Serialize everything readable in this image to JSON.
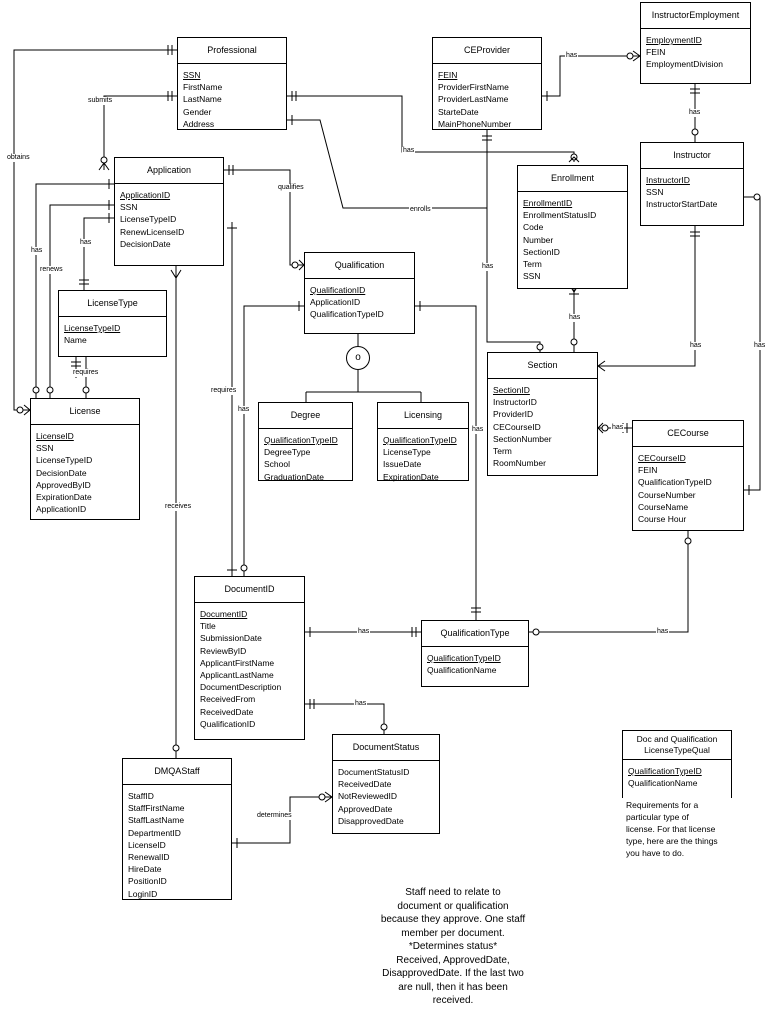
{
  "entities": {
    "professional": {
      "title": "Professional",
      "attributes": [
        {
          "name": "SSN",
          "pk": true
        },
        {
          "name": "FirstName"
        },
        {
          "name": "LastName"
        },
        {
          "name": "Gender"
        },
        {
          "name": "Address"
        }
      ]
    },
    "ceprovider": {
      "title": "CEProvider",
      "attributes": [
        {
          "name": "FEIN",
          "pk": true
        },
        {
          "name": "ProviderFirstName"
        },
        {
          "name": "ProviderLastName"
        },
        {
          "name": "StarteDate"
        },
        {
          "name": "MainPhoneNumber"
        }
      ]
    },
    "instructoremployment": {
      "title": "InstructorEmployment",
      "attributes": [
        {
          "name": "EmploymentID",
          "pk": true
        },
        {
          "name": "FEIN"
        },
        {
          "name": "EmploymentDivision"
        }
      ]
    },
    "application": {
      "title": "Application",
      "attributes": [
        {
          "name": "ApplicationID",
          "pk": true
        },
        {
          "name": "SSN"
        },
        {
          "name": "LicenseTypeID"
        },
        {
          "name": "RenewLicenseID"
        },
        {
          "name": "DecisionDate"
        }
      ]
    },
    "enrollment": {
      "title": "Enrollment",
      "attributes": [
        {
          "name": "EnrollmentID",
          "pk": true
        },
        {
          "name": "EnrollmentStatusID"
        },
        {
          "name": "Code"
        },
        {
          "name": "Number"
        },
        {
          "name": "SectionID"
        },
        {
          "name": "Term"
        },
        {
          "name": "SSN"
        }
      ]
    },
    "instructor": {
      "title": "Instructor",
      "attributes": [
        {
          "name": "InstructorID",
          "pk": true
        },
        {
          "name": "SSN"
        },
        {
          "name": "InstructorStartDate"
        }
      ]
    },
    "qualification": {
      "title": "Qualification",
      "attributes": [
        {
          "name": "QualificationID",
          "pk": true
        },
        {
          "name": "ApplicationID"
        },
        {
          "name": "QualificationTypeID"
        }
      ]
    },
    "licensetype": {
      "title": "LicenseType",
      "attributes": [
        {
          "name": "LicenseTypeID",
          "pk": true
        },
        {
          "name": "Name"
        }
      ]
    },
    "license": {
      "title": "License",
      "attributes": [
        {
          "name": "LicenseID",
          "pk": true
        },
        {
          "name": "SSN"
        },
        {
          "name": "LicenseTypeID"
        },
        {
          "name": "DecisionDate"
        },
        {
          "name": "ApprovedByID"
        },
        {
          "name": "ExpirationDate"
        },
        {
          "name": "ApplicationID"
        }
      ]
    },
    "degree": {
      "title": "Degree",
      "attributes": [
        {
          "name": "QualificationTypeID",
          "pk": true
        },
        {
          "name": "DegreeType"
        },
        {
          "name": "School"
        },
        {
          "name": "GraduationDate"
        }
      ]
    },
    "licensing": {
      "title": "Licensing",
      "attributes": [
        {
          "name": "QualificationTypeID",
          "pk": true
        },
        {
          "name": "LicenseType"
        },
        {
          "name": "IssueDate"
        },
        {
          "name": "ExpirationDate"
        }
      ]
    },
    "section": {
      "title": "Section",
      "attributes": [
        {
          "name": "SectionID",
          "pk": true
        },
        {
          "name": "InstructorID"
        },
        {
          "name": "ProviderID"
        },
        {
          "name": "CECourseID"
        },
        {
          "name": "SectionNumber"
        },
        {
          "name": "Term"
        },
        {
          "name": "RoomNumber"
        }
      ]
    },
    "cecourse": {
      "title": "CECourse",
      "attributes": [
        {
          "name": "CECourseID",
          "pk": true
        },
        {
          "name": "FEIN"
        },
        {
          "name": "QualificationTypeID"
        },
        {
          "name": "CourseNumber"
        },
        {
          "name": "CourseName"
        },
        {
          "name": "Course Hour"
        }
      ]
    },
    "documentid": {
      "title": "DocumentID",
      "attributes": [
        {
          "name": "DocumentID",
          "pk": true
        },
        {
          "name": "Title"
        },
        {
          "name": "SubmissionDate"
        },
        {
          "name": "ReviewByID"
        },
        {
          "name": "ApplicantFirstName"
        },
        {
          "name": "ApplicantLastName"
        },
        {
          "name": "DocumentDescription"
        },
        {
          "name": "ReceivedFrom"
        },
        {
          "name": "ReceivedDate"
        },
        {
          "name": "QualificationID"
        }
      ]
    },
    "qualificationtype": {
      "title": "QualificationType",
      "attributes": [
        {
          "name": "QualificationTypeID",
          "pk": true
        },
        {
          "name": "QualificationName"
        }
      ]
    },
    "documentstatus": {
      "title": "DocumentStatus",
      "attributes": [
        {
          "name": "DocumentStatusID"
        },
        {
          "name": "ReceivedDate"
        },
        {
          "name": "NotReviewedID"
        },
        {
          "name": "ApprovedDate"
        },
        {
          "name": "DisapprovedDate"
        }
      ]
    },
    "dmqastaff": {
      "title": "DMQAStaff",
      "attributes": [
        {
          "name": "StaffID"
        },
        {
          "name": "StaffFirstName"
        },
        {
          "name": "StaffLastName"
        },
        {
          "name": "DepartmentID"
        },
        {
          "name": "LicenseID"
        },
        {
          "name": "RenewalID"
        },
        {
          "name": "HireDate"
        },
        {
          "name": "PositionID"
        },
        {
          "name": "LoginID"
        }
      ]
    },
    "docqual": {
      "title": "Doc and Qualification LicenseTypeQual",
      "attributes": [
        {
          "name": "QualificationTypeID",
          "pk": true
        },
        {
          "name": "QualificationName"
        }
      ]
    }
  },
  "relationships": {
    "obtains": "obtains",
    "submits": "submits",
    "has_ce_emp": "has",
    "has_emp_instr": "has",
    "has_prof_enroll": "has",
    "qualifies": "qualifies",
    "enrolls": "enrolls",
    "has_app_lt": "has",
    "renews": "renews",
    "has_app_lic": "has",
    "requires_lt": "requires",
    "requires_app": "requires",
    "has_qual_doc": "has",
    "has_ce_section": "has",
    "has_enroll_section": "has",
    "has_instr_section": "has",
    "has_right": "has",
    "has_section_course": "has",
    "has_qual_qtype": "has",
    "receives": "receives",
    "has_doc_qtype": "has",
    "has_course_qtype": "has",
    "has_doc_status": "has",
    "determines": "determines"
  },
  "subtype_symbol": "o",
  "legend_description": [
    "Requirements for a",
    "particular type of",
    "license. For that license",
    "type, here are the things",
    "you have to do."
  ],
  "staff_note": [
    "Staff need to relate to",
    "document or qualification",
    "because they approve. One staff",
    "member per document.",
    "*Determines status*",
    "Received, ApprovedDate,",
    "DisapprovedDate. If the last two",
    "are null, then it has been",
    "received."
  ]
}
